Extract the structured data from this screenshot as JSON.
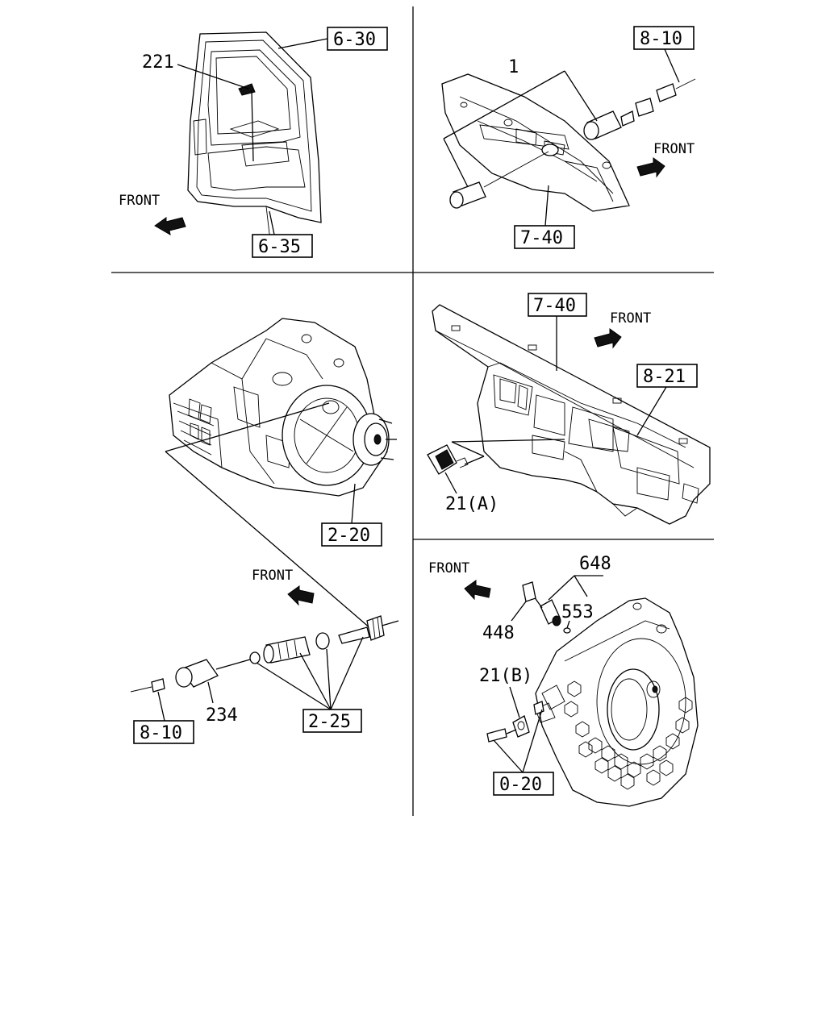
{
  "panels": {
    "door": {
      "part_221": "221",
      "ref_6_30": "6-30",
      "ref_6_35": "6-35",
      "front": "FRONT"
    },
    "switch": {
      "part_1": "1",
      "ref_8_10": "8-10",
      "ref_7_40": "7-40",
      "front": "FRONT"
    },
    "transmission": {
      "ref_2_20": "2-20",
      "front": "FRONT",
      "part_234": "234",
      "ref_2_25": "2-25",
      "ref_8_10": "8-10"
    },
    "dashboard": {
      "ref_7_40": "7-40",
      "front": "FRONT",
      "ref_8_21": "8-21",
      "part_21a": "21(A)"
    },
    "flywheel_housing": {
      "front": "FRONT",
      "part_648": "648",
      "part_553": "553",
      "part_448": "448",
      "part_21b": "21(B)",
      "ref_0_20": "0-20"
    }
  }
}
